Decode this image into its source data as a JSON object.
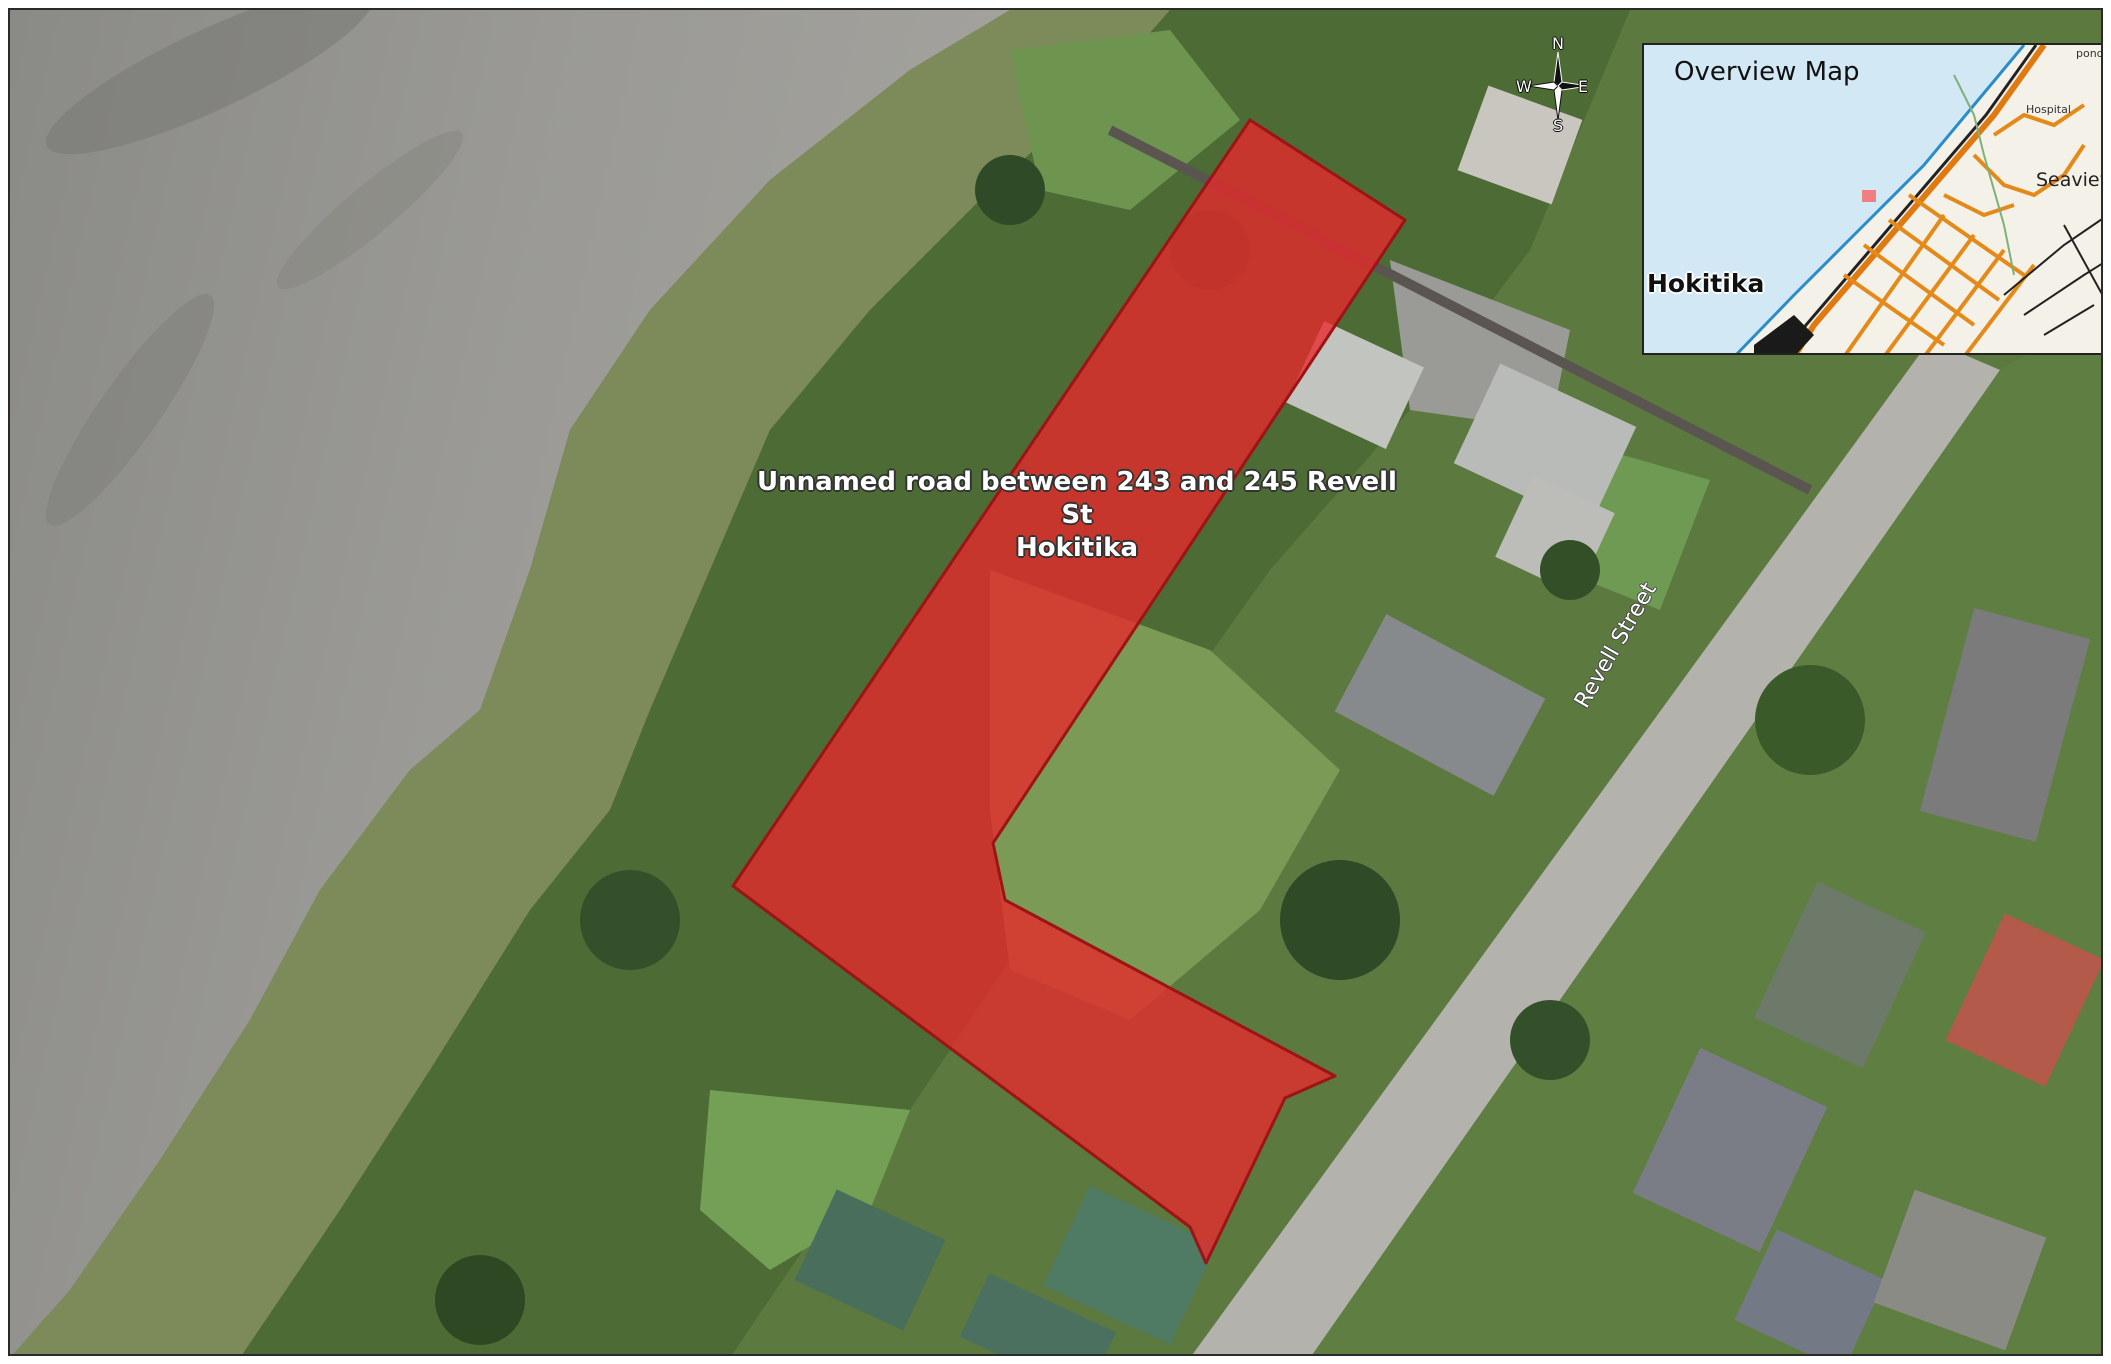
{
  "map": {
    "feature_label_line1": "Unnamed road between 243 and 245 Revell St",
    "feature_label_line2": "Hokitika",
    "street_label": "Revell Street",
    "highlight_color": "#e8282c"
  },
  "compass": {
    "n": "N",
    "s": "S",
    "e": "E",
    "w": "W"
  },
  "overview": {
    "title": "Overview Map",
    "town": "Hokitika",
    "suburb": "Seaview",
    "poi_hospital": "Hospital",
    "poi_pond": "pond"
  }
}
